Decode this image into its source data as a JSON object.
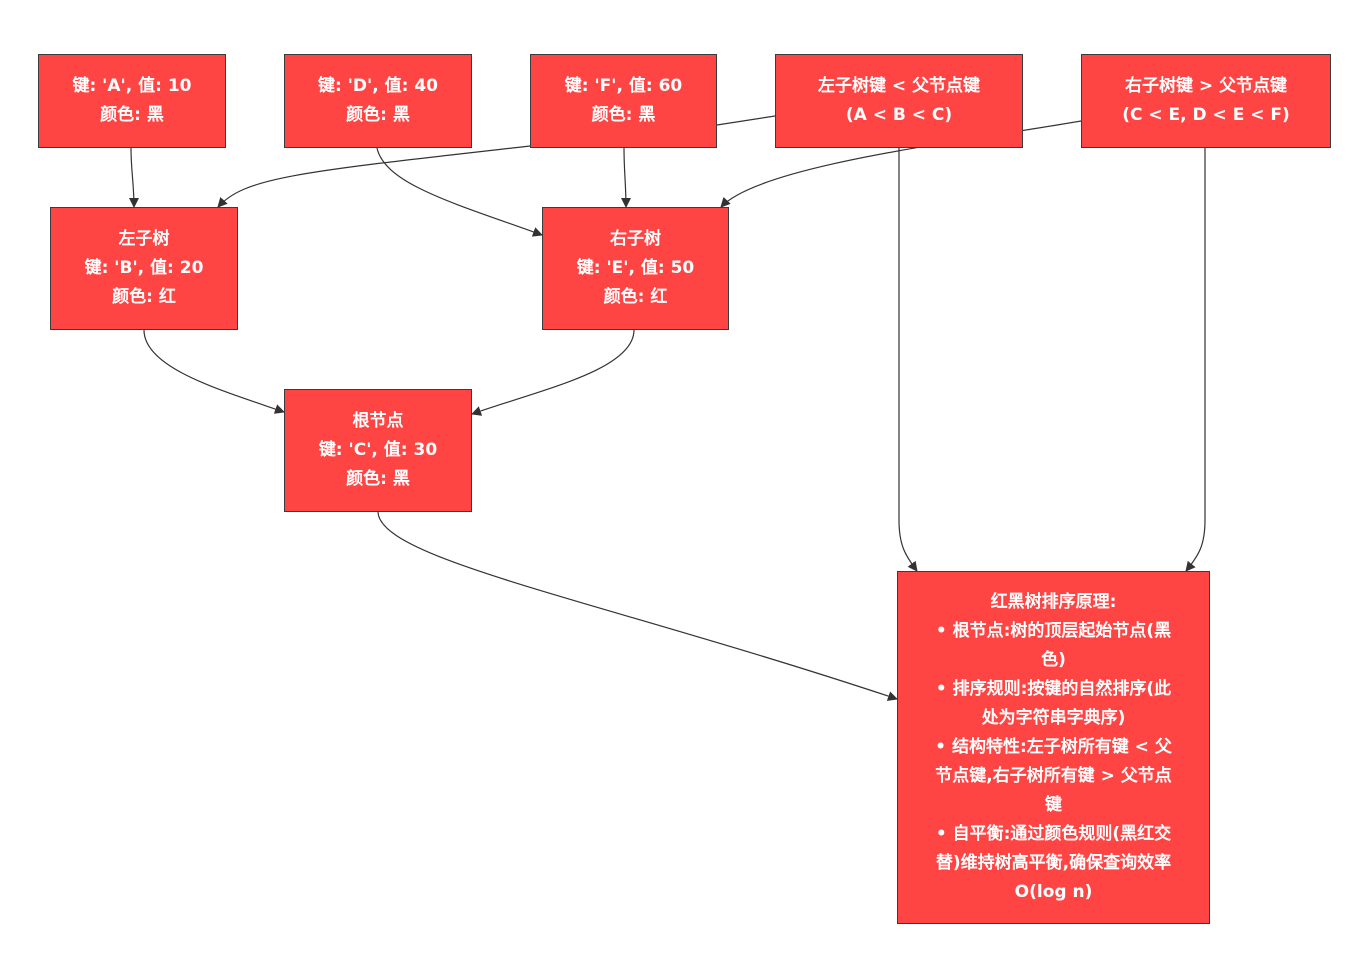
{
  "nodes": {
    "a": {
      "lines": [
        "键: 'A', 值: 10",
        "颜色: 黑"
      ]
    },
    "d": {
      "lines": [
        "键: 'D', 值: 40",
        "颜色: 黑"
      ]
    },
    "f": {
      "lines": [
        "键: 'F', 值: 60",
        "颜色: 黑"
      ]
    },
    "left_rule": {
      "lines": [
        "左子树键 < 父节点键",
        "(A < B < C)"
      ]
    },
    "right_rule": {
      "lines": [
        "右子树键 > 父节点键",
        "(C < E, D < E < F)"
      ]
    },
    "b": {
      "lines": [
        "左子树",
        "键: 'B', 值: 20",
        "颜色: 红"
      ]
    },
    "e": {
      "lines": [
        "右子树",
        "键: 'E', 值: 50",
        "颜色: 红"
      ]
    },
    "root": {
      "lines": [
        "根节点",
        "键: 'C', 值: 30",
        "颜色: 黑"
      ]
    },
    "principle": {
      "lines": [
        "红黑树排序原理:",
        "• 根节点:树的顶层起始节点(黑色)",
        "• 排序规则:按键的自然排序(此处为字符串字典序)",
        "• 结构特性:左子树所有键 < 父节点键,右子树所有键 > 父节点键",
        "• 自平衡:通过颜色规则(黑红交替)维持树高平衡,确保查询效率O(log n)"
      ]
    }
  },
  "colors": {
    "node_fill": "#ff4444",
    "node_border": "#3b3b3b",
    "node_text": "#ffffff",
    "edge": "#333333",
    "background": "#ffffff"
  }
}
